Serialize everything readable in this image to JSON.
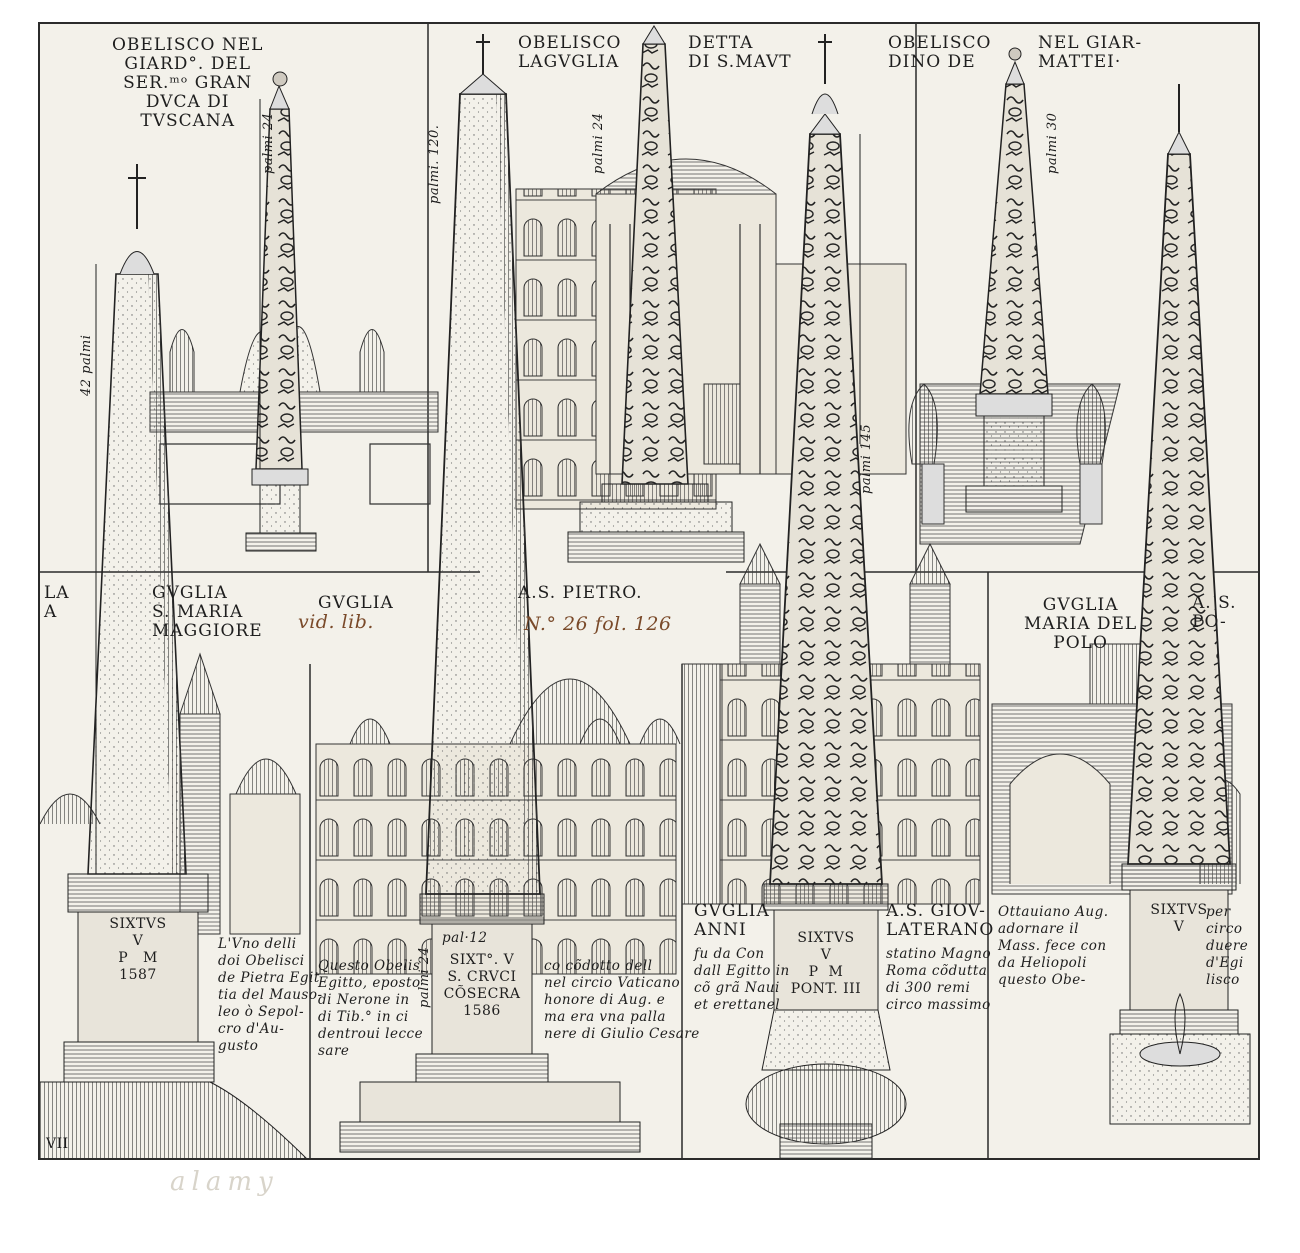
{
  "panels": {
    "tuscany": {
      "title": "OBELISCO NEL\nGIARD°. DEL\nSER.ᵐᵒ GRAN\nDVCA DI\nTVSCANA",
      "scale": "palmi 24"
    },
    "maut": {
      "title_left": "OBELISCO\nLAGVGLIA",
      "title_right": "DETTA\nDI S.MAVT",
      "scale": "palmi 24"
    },
    "mattei": {
      "title_left": "OBELISCO\nDINO DE",
      "title_right": "NEL GIAR-\nMATTEI·",
      "scale": "palmi 30"
    },
    "santa_maria": {
      "title_la": "LA\nA",
      "title": "GVGLIA\nS. MARIA\nMAGGIORE",
      "scale": "42 palmi",
      "base": "SIXTVS\nV\nP   M\n1587",
      "caption": "L'Vno delli\ndoi Obelisci\nde Pietra Egit\ntia del Mauso-\nleo ò Sepol-\ncro d'Au-\ngusto"
    },
    "san_pietro": {
      "title_left": "GVGLIA",
      "title_right": "A.S. PIETRO.",
      "scale_top": "palmi. 120.",
      "scale_bottom": "palmi 24",
      "pal12": "pal·12",
      "base": "SIXT°. V\nS. CRVCI\nCÕSECRA\n1586",
      "caption_left": "Questo Obelis\nEgitto, eposto\ndi Nerone in\ndi Tib.° in ci\ndentroui lecce\nsare",
      "caption_right": "co cõdotto dell\nnel circio Vaticano\nhonore di Aug. e\nma era vna palla\nnere di Giulio Cesare"
    },
    "laterano": {
      "title_left": "GVGLIA\nANNI",
      "title_right": "A.S. GIOV-\nLATERANO",
      "scale": "palmi 145",
      "base": "SIXTVS\nV\nP  M\nPONT. III",
      "caption_left": "fu da Con\ndall Egitto in\ncõ grã Naui\net erettanel",
      "caption_right": "statino Magno\nRoma cõdutta\ndi 300 remi\ncirco massimo"
    },
    "popolo": {
      "title_left": "GVGLIA\nMARIA DEL\nPOLO",
      "title_right": "A. S.\nPO-",
      "base": "SIXTVS\nV",
      "caption_left": "Ottauiano Aug.\nadornare il\nMass. fece con\nda Heliopoli\nquesto Obe-",
      "caption_right": "per\ncirco\nduere\nd'Egi\nlisco"
    }
  },
  "annotations": {
    "handwriting_1": "vid. lib.",
    "handwriting_2": "N.° 26 fol. 126"
  },
  "plate_number": "VII",
  "watermark": "alamy",
  "colors": {
    "ink": "#2a2a2a",
    "paper": "#f3f1ea",
    "handwriting": "#7a4a2a"
  }
}
